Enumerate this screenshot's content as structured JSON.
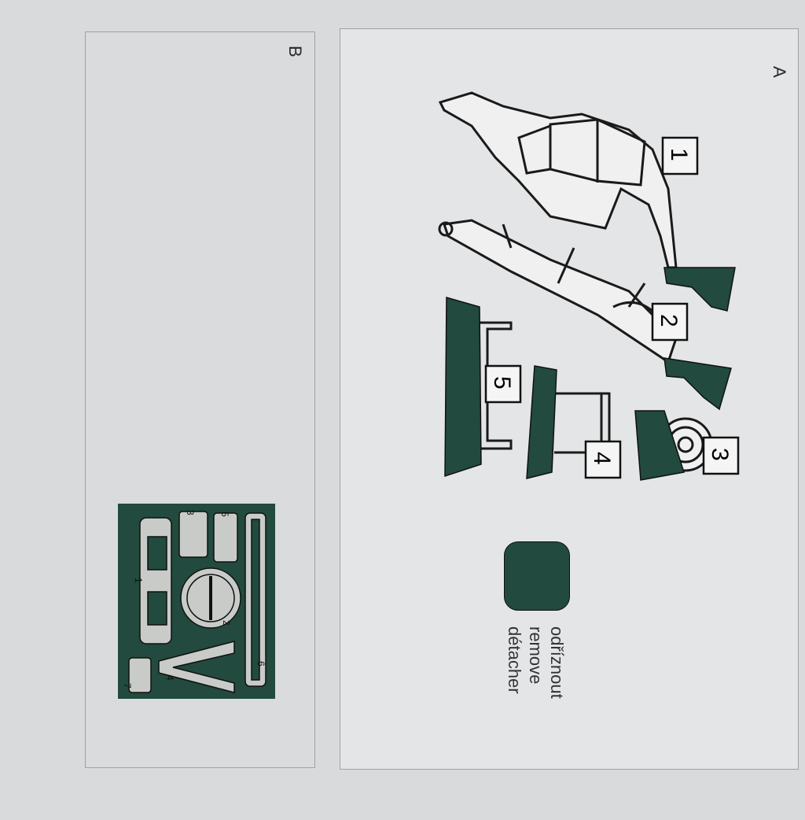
{
  "panels": {
    "a": {
      "label": "A"
    },
    "b": {
      "label": "B"
    }
  },
  "callouts": [
    "1",
    "2",
    "3",
    "4",
    "5"
  ],
  "fret_part_numbers": [
    "1",
    "2",
    "3",
    "4",
    "5",
    "6",
    "7"
  ],
  "legend": {
    "lines": [
      "odříznout",
      "remove",
      "détacher"
    ]
  },
  "colors": {
    "part_green": "#224a3e",
    "paper": "#e4e5e6",
    "line": "#1a1a1a"
  }
}
